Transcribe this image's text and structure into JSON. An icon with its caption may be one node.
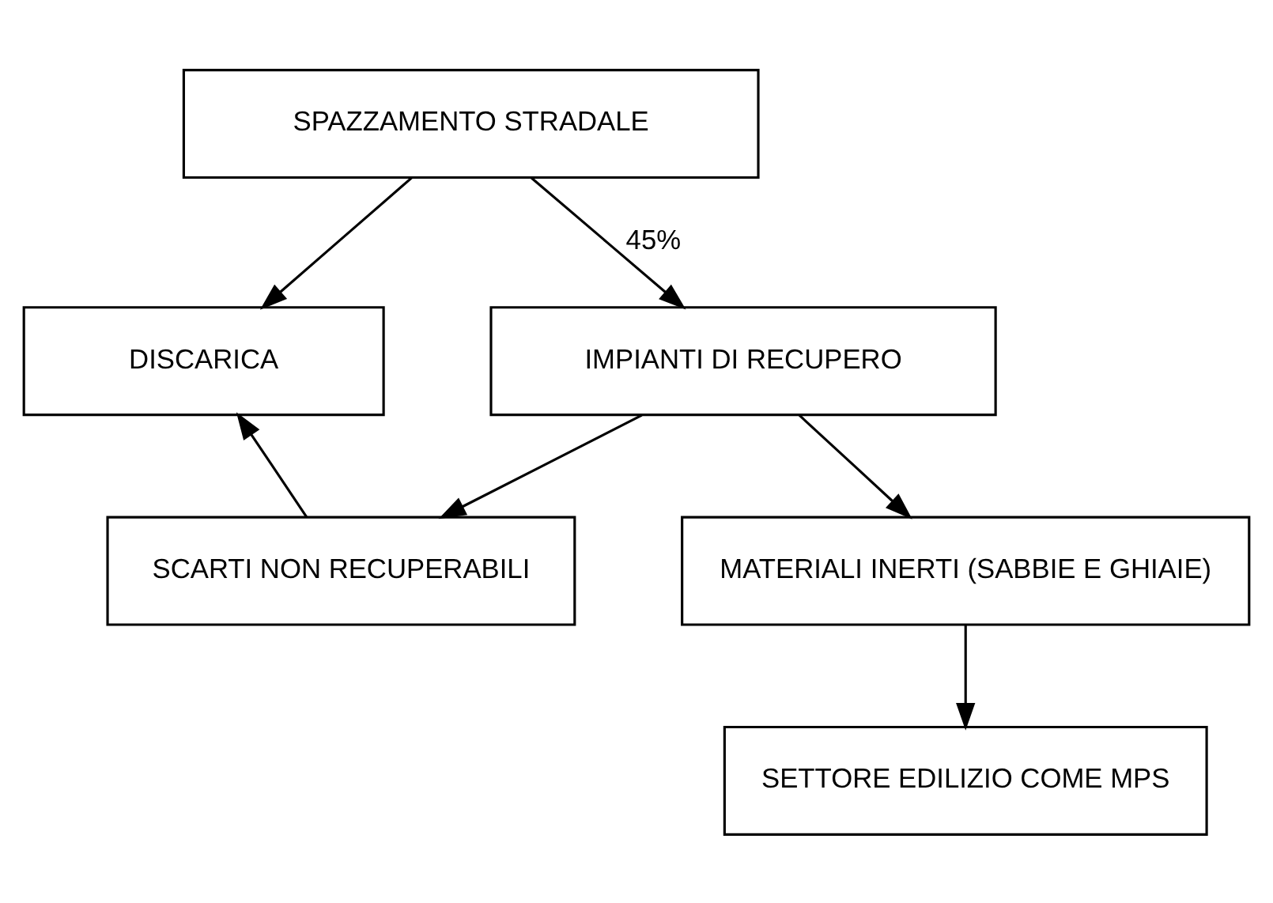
{
  "diagram": {
    "nodes": [
      {
        "text": [
          "SPAZZAMENTO STRADALE"
        ]
      },
      {
        "text": [
          "DISCARICA"
        ]
      },
      {
        "text": [
          "IMPIANTI DI RECUPERO"
        ]
      },
      {
        "text": [
          "SCARTI NON RECUPERABILI"
        ]
      },
      {
        "text": [
          "MATERIALI INERTI (SABBIE E GHIAIE)"
        ]
      },
      {
        "text": [
          "SETTORE EDILIZIO COME MPS"
        ]
      }
    ],
    "edges": [
      {
        "from": 0,
        "to": 1,
        "arrow": "to"
      },
      {
        "from": 0,
        "to": 2,
        "arrow": "to",
        "label": "45%"
      },
      {
        "from": 2,
        "to": 3,
        "arrow": "to"
      },
      {
        "from": 2,
        "to": 4,
        "arrow": "to"
      },
      {
        "from": 3,
        "to": 1,
        "arrow": "to"
      },
      {
        "from": 4,
        "to": 5,
        "arrow": "to"
      }
    ]
  }
}
